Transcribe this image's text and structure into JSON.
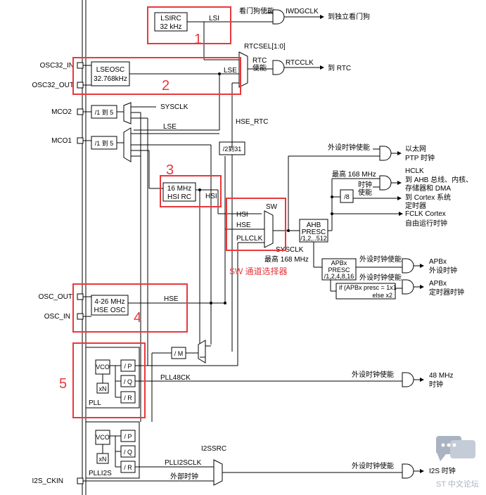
{
  "blocks": {
    "lsirc": {
      "line1": "LSIRC",
      "line2": "32 kHz",
      "out": "LSI"
    },
    "lseosc": {
      "line1": "LSEOSC",
      "line2": "32.768kHz",
      "out": "LSE"
    },
    "hsirc": {
      "line1": "16 MHz",
      "line2": "HSI RC",
      "out": "HSI"
    },
    "hseosc": {
      "line1": "4-26 MHz",
      "line2": "HSE OSC",
      "out": "HSE"
    },
    "ahb": {
      "line1": "AHB",
      "line2": "PRESC",
      "line3": "/1,2,..512"
    },
    "apb": {
      "line1": "APBx",
      "line2": "PRESC",
      "line3": "/1,2,4,8,16"
    },
    "apb_if": {
      "line1": "if (APBx presc = 1x1",
      "line2": "else x2"
    },
    "div2to31": "/2到31",
    "div15_mco2": "/1 到 5",
    "div15_mco1": "/1 到 5",
    "div8": "/8",
    "divM": "/ M",
    "pll": {
      "name": "PLL",
      "vco": "VCO",
      "xn": "xN",
      "p": "/ P",
      "q": "/ Q",
      "r": "/ R"
    },
    "plli2s": {
      "name": "PLLI2S",
      "vco": "VCO",
      "xn": "xN",
      "p": "/ P",
      "q": "/ Q",
      "r": "/ R"
    }
  },
  "pins": {
    "osc32_in": "OSC32_IN",
    "osc32_out": "OSC32_OUT",
    "mco2": "MCO2",
    "mco1": "MCO1",
    "osc_out": "OSC_OUT",
    "osc_in": "OSC_IN",
    "i2s_ckin": "I2S_CKIN"
  },
  "signals": {
    "iwdg_enable": "看门狗使能",
    "iwdgclk": "IWDGCLK",
    "to_iwdg": "到独立看门狗",
    "rtcsel": "RTCSEL[1:0]",
    "rtc_enable_1": "RTC",
    "rtc_enable_2": "使能",
    "rtcclk": "RTCCLK",
    "to_rtc": "到 RTC",
    "sysclk_mco": "SYSCLK",
    "lse_mco": "LSE",
    "hse_rtc": "HSE_RTC",
    "sw_label": "SW",
    "sw_hsi": "HSI",
    "sw_hse": "HSE",
    "sw_pllclk": "PLLCLK",
    "sysclk": "SYSCLK",
    "max168_1": "最高 168 MHz",
    "max168_2": "最高 168 MHz",
    "pclk_enable_eth": "外设时钟使能",
    "eth_1": "以太网",
    "eth_2": "PTP 时钟",
    "hclk": "HCLK",
    "hclk_desc_1": "到 AHB 总线、内核、",
    "hclk_desc_2": "存储器和 DMA",
    "clock_enable": "时钟",
    "enable_word": "使能",
    "cortex_1": "到 Cortex 系统",
    "cortex_2": "定时器",
    "fclk": "FCLK Cortex",
    "fclk_2": "自由运行时钟",
    "apb_enable_1": "外设时钟使能",
    "apb_enable_2": "外设时钟使能",
    "apbx_periph_1": "APBx",
    "apbx_periph_2": "外设时钟",
    "apbx_timer_1": "APBx",
    "apbx_timer_2": "定时器时钟",
    "pll48ck": "PLL48CK",
    "pll48_enable": "外设时钟使能",
    "mhz48_1": "48 MHz",
    "mhz48_2": "时钟",
    "i2ssrc": "I2SSRC",
    "plli2sclk": "PLLI2SCLK",
    "ext_clock": "外部时钟",
    "i2s_enable": "外设时钟使能",
    "i2s_clock": "I2S 时钟"
  },
  "annotations": {
    "n1": "1",
    "n2": "2",
    "n3": "3",
    "n4": "4",
    "n5": "5",
    "sw_note": "SW 通道选择器"
  },
  "watermark": "ST 中文论坛",
  "colors": {
    "highlight": "#e8383d",
    "watermark": "#a9b3c2",
    "line": "#000000"
  }
}
